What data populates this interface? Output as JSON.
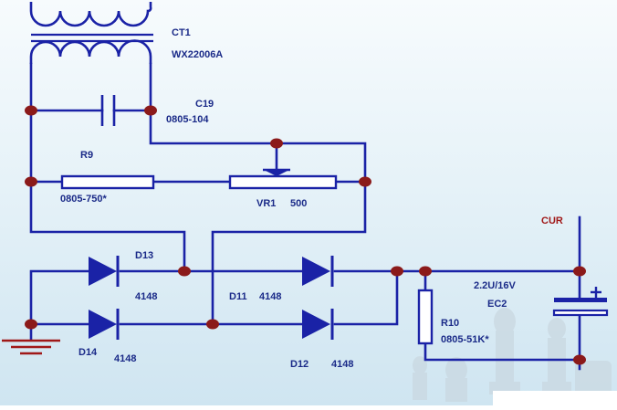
{
  "colors": {
    "wire": "#1a22a6",
    "node": "#8b1a1a",
    "label": "#1a2a88",
    "cur_label": "#a01818"
  },
  "components": {
    "ct1": {
      "ref": "CT1",
      "part": "WX22006A"
    },
    "c19": {
      "ref": "C19",
      "value": "0805-104"
    },
    "r9": {
      "ref": "R9",
      "value": "0805-750*"
    },
    "vr1": {
      "ref": "VR1",
      "value": "500"
    },
    "d13": {
      "ref": "D13",
      "value": "4148"
    },
    "d14": {
      "ref": "D14",
      "value": "4148"
    },
    "d11": {
      "ref": "D11",
      "value": "4148"
    },
    "d12": {
      "ref": "D12",
      "value": "4148"
    },
    "r10": {
      "ref": "R10",
      "value": "0805-51K*"
    },
    "ec2": {
      "ref": "EC2",
      "value": "2.2U/16V"
    }
  },
  "net_labels": {
    "cur": "CUR"
  }
}
